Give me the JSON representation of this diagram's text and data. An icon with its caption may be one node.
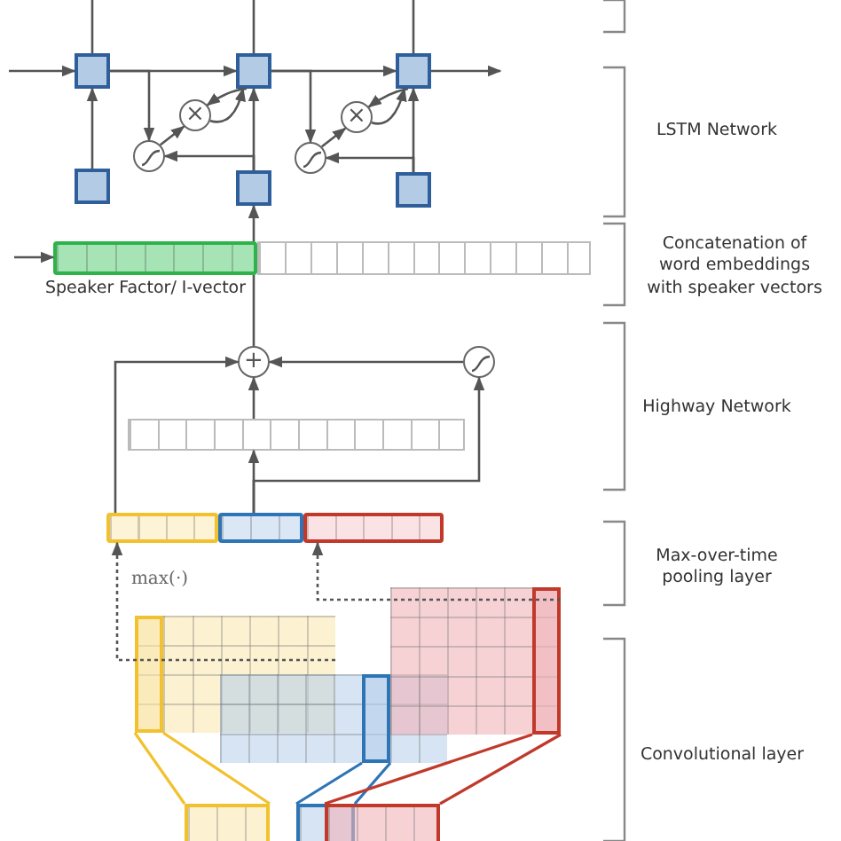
{
  "diagram": {
    "nodes": [
      {
        "text": [],
        "shape": "box"
      },
      {
        "text": [],
        "shape": "box"
      },
      {
        "text": [],
        "shape": "box"
      },
      {
        "text": [
          "×"
        ]
      },
      {
        "text": [
          "×"
        ]
      },
      {
        "text": [],
        "shape": "circle"
      },
      {
        "text": [],
        "shape": "circle"
      },
      {
        "text": [],
        "shape": "box"
      },
      {
        "text": [],
        "shape": "box"
      },
      {
        "text": [],
        "shape": "box"
      },
      {
        "text": [],
        "shape": "bar"
      },
      {
        "text": [],
        "shape": "bar"
      },
      {
        "text": [
          "+"
        ]
      },
      {
        "text": [],
        "shape": "circle"
      },
      {
        "text": [],
        "shape": "bar"
      },
      {
        "text": [],
        "shape": "bar"
      },
      {
        "text": [],
        "shape": "bar"
      },
      {
        "text": [],
        "shape": "bar"
      },
      {
        "text": [],
        "shape": "box"
      },
      {
        "text": [],
        "shape": "box"
      },
      {
        "text": [],
        "shape": "box"
      },
      {
        "text": [],
        "shape": "box"
      }
    ],
    "edges": [
      {
        "from": null,
        "to": 0,
        "arrow": "to"
      },
      {
        "from": 0,
        "to": 1,
        "arrow": "to"
      },
      {
        "from": 1,
        "to": 2,
        "arrow": "to"
      },
      {
        "from": 2,
        "to": null,
        "arrow": "to"
      },
      {
        "from": 0,
        "to": null,
        "arrow": "none"
      },
      {
        "from": 1,
        "to": null,
        "arrow": "none"
      },
      {
        "from": 2,
        "to": null,
        "arrow": "none"
      },
      {
        "from": 7,
        "to": 0,
        "arrow": "to"
      },
      {
        "from": 8,
        "to": 1,
        "arrow": "to"
      },
      {
        "from": 9,
        "to": 2,
        "arrow": "to"
      },
      {
        "from": 0,
        "to": 5,
        "arrow": "to"
      },
      {
        "from": 5,
        "to": 3,
        "arrow": "to"
      },
      {
        "from": 3,
        "to": 1,
        "arrow": "to"
      },
      {
        "from": 1,
        "to": 3,
        "arrow": "to"
      },
      {
        "from": 8,
        "to": 5,
        "arrow": "to"
      },
      {
        "from": 1,
        "to": 6,
        "arrow": "to"
      },
      {
        "from": 6,
        "to": 4,
        "arrow": "to"
      },
      {
        "from": 4,
        "to": 2,
        "arrow": "to"
      },
      {
        "from": 2,
        "to": 4,
        "arrow": "to"
      },
      {
        "from": 9,
        "to": 6,
        "arrow": "to"
      },
      {
        "from": 10,
        "to": 8,
        "arrow": "to"
      },
      {
        "from": null,
        "to": 10,
        "arrow": "to"
      },
      {
        "from": 12,
        "to": 10,
        "arrow": "none"
      },
      {
        "from": 13,
        "to": 12,
        "arrow": "to"
      },
      {
        "from": 14,
        "to": 12,
        "arrow": "to"
      },
      {
        "from": 15,
        "to": 12,
        "arrow": "to"
      },
      {
        "from": 16,
        "to": 14,
        "arrow": "to"
      },
      {
        "from": 16,
        "to": 13,
        "arrow": "to"
      },
      {
        "from": 19,
        "to": 15,
        "arrow": "to",
        "style": "dashed"
      },
      {
        "from": 18,
        "to": 17,
        "arrow": "to",
        "style": "dashed"
      },
      {
        "from": 21,
        "to": 19,
        "arrow": "none",
        "color": "#f2c12e"
      },
      {
        "from": 21,
        "to": 20,
        "arrow": "none",
        "color": "#2e75b6"
      },
      {
        "from": 21,
        "to": 18,
        "arrow": "none",
        "color": "#c0392b"
      }
    ],
    "labels": [
      "LSTM Network",
      "Concatenation of word embeddings with speaker vectors",
      "Speaker Factor/ I-vector",
      "Highway Network",
      "Max-over-time pooling layer",
      "max(·)",
      "Convolutional layer"
    ]
  }
}
